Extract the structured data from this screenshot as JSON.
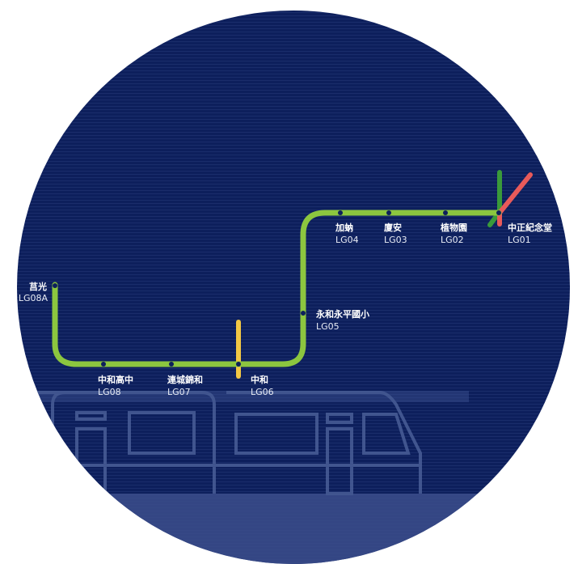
{
  "line": {
    "color": "#8cc63f",
    "stations": [
      {
        "name": "中正紀念堂",
        "code": "LG01"
      },
      {
        "name": "植物園",
        "code": "LG02"
      },
      {
        "name": "廈安",
        "code": "LG03"
      },
      {
        "name": "加蚋",
        "code": "LG04"
      },
      {
        "name": "永和永平國小",
        "code": "LG05"
      },
      {
        "name": "中和",
        "code": "LG06"
      },
      {
        "name": "連城錦和",
        "code": "LG07"
      },
      {
        "name": "中和高中",
        "code": "LG08"
      },
      {
        "name": "莒光",
        "code": "LG08A"
      }
    ]
  },
  "colors": {
    "background": "#0d1f5c",
    "transfer_green": "#3a9a3a",
    "transfer_red": "#e85a5a",
    "transfer_yellow": "#f2c744"
  }
}
